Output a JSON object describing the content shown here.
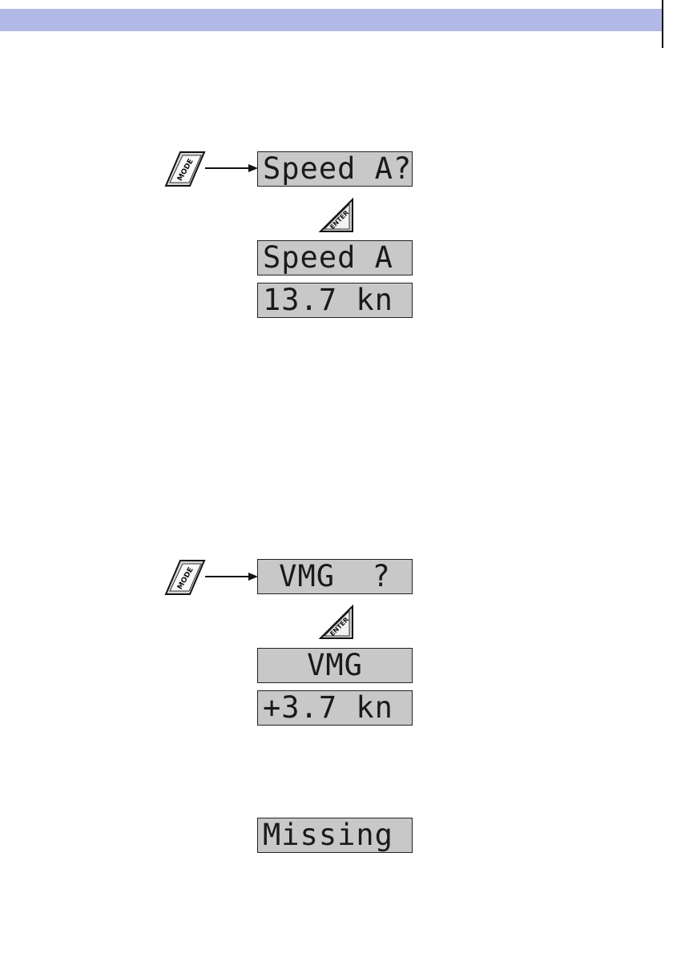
{
  "keys": {
    "mode_label": "MODE",
    "enter_label": "ENTER"
  },
  "section_speed": {
    "prompt": "Speed A?",
    "title": "Speed A",
    "value": "13.7 kn"
  },
  "section_vmg": {
    "prompt": "VMG  ?",
    "title": "VMG",
    "value": "+3.7 kn"
  },
  "section_missing": {
    "message": "Missing"
  },
  "colors": {
    "header_bar": "#b3b9e6",
    "lcd_background": "#c8c8c8"
  }
}
